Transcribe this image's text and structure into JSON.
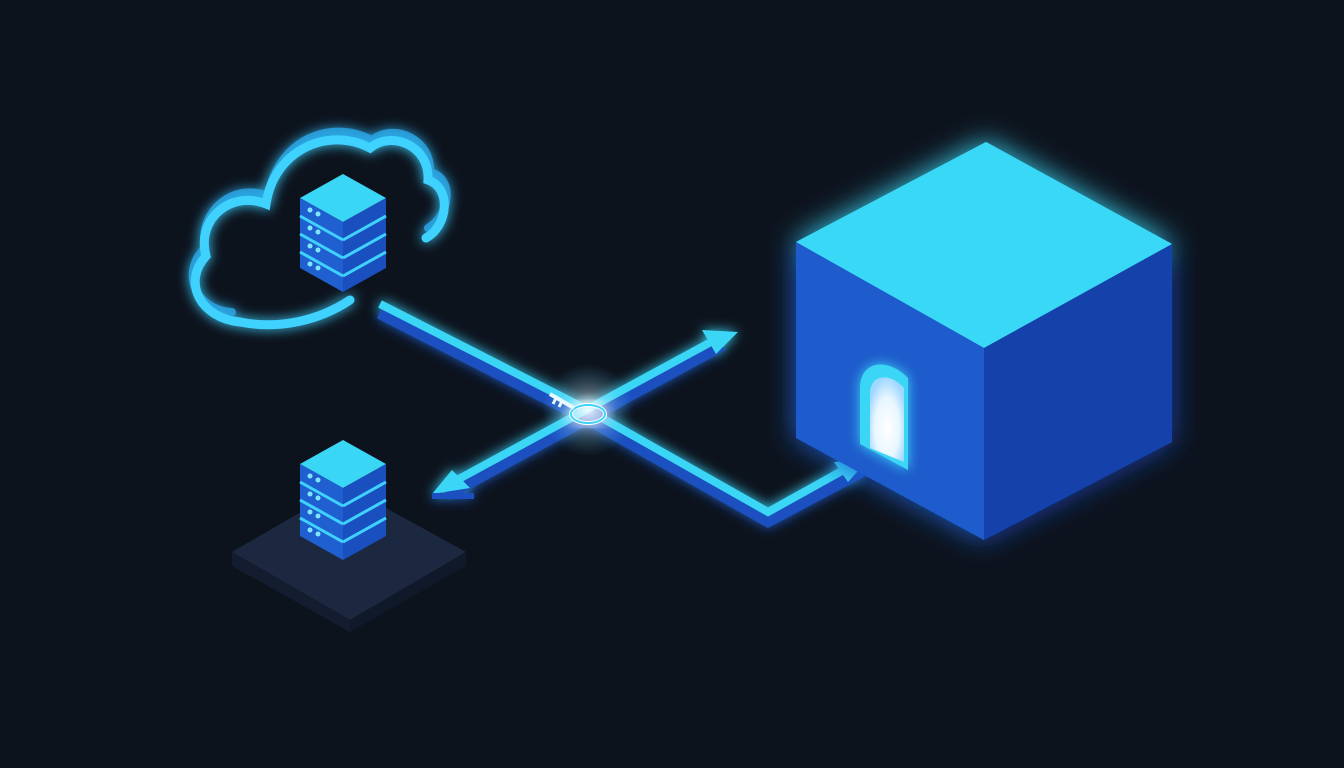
{
  "scene": {
    "description_free": true,
    "nodes": [
      {
        "id": "cloud-server",
        "icon": "cloud-server-icon"
      },
      {
        "id": "onprem-server",
        "icon": "server-platform-icon"
      },
      {
        "id": "secure-vault",
        "icon": "vault-cube-icon"
      }
    ],
    "connectors": [
      {
        "id": "cloud-to-vault",
        "icon": "routed-arrow-icon"
      },
      {
        "id": "key-to-onprem",
        "icon": "diagonal-arrow-icon"
      }
    ],
    "hub": {
      "icon": "key-icon"
    }
  },
  "colors": {
    "background": "#0d131d",
    "glow": "#3fd2ff",
    "cyan": "#3ad6f5",
    "blue": "#1f5fd0",
    "deep_blue": "#1641a8",
    "platform": "#1b2840"
  }
}
